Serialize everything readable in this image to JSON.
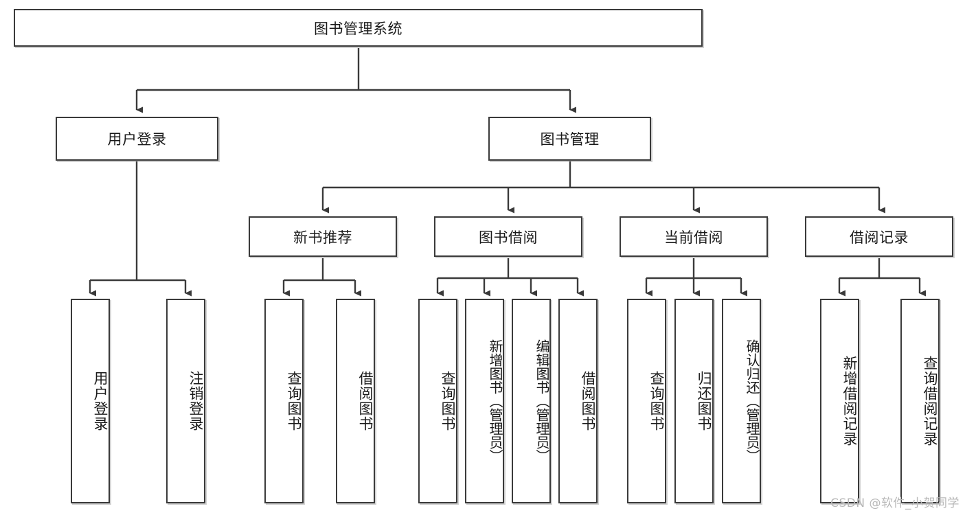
{
  "diagram": {
    "type": "tree",
    "title": "图书管理系统",
    "root": {
      "label": "图书管理系统"
    },
    "level2": [
      {
        "label": "用户登录"
      },
      {
        "label": "图书管理"
      }
    ],
    "level3": [
      {
        "label": "新书推荐"
      },
      {
        "label": "图书借阅"
      },
      {
        "label": "当前借阅"
      },
      {
        "label": "借阅记录"
      }
    ],
    "leaves": {
      "user_login": [
        {
          "label": "用户登录"
        },
        {
          "label": "注销登录"
        }
      ],
      "new_book_recommend": [
        {
          "label": "查询图书"
        },
        {
          "label": "借阅图书"
        }
      ],
      "book_borrow": [
        {
          "label": "查询图书"
        },
        {
          "label": "新增图书（管理员）"
        },
        {
          "label": "编辑图书（管理员）"
        },
        {
          "label": "借阅图书"
        }
      ],
      "current_borrow": [
        {
          "label": "查询图书"
        },
        {
          "label": "归还图书"
        },
        {
          "label": "确认归还（管理员）"
        }
      ],
      "borrow_record": [
        {
          "label": "新增借阅记录"
        },
        {
          "label": "查询借阅记录"
        }
      ]
    }
  },
  "watermark": {
    "text": "CSDN @软件_小贺同学"
  },
  "colors": {
    "border": "#3a3a3a",
    "background": "#ffffff",
    "text": "#1a1a1a",
    "watermark": "#b8b8b8"
  }
}
